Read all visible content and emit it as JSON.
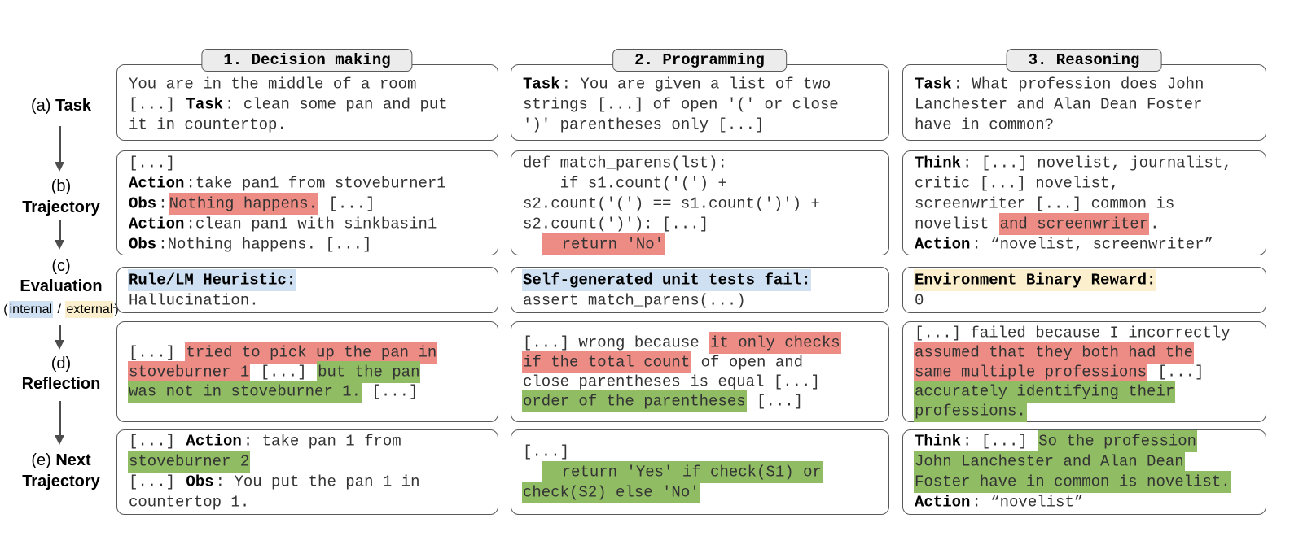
{
  "palette": {
    "highlight_red": "#EC8C84",
    "highlight_green": "#90BC64",
    "highlight_blue": "#CFE0F2",
    "highlight_yellow": "#FBEFCD",
    "box_border": "#58595B",
    "arrow": "#4D4D4D",
    "tab_fill": "#ECECEC"
  },
  "sidebar": {
    "a_prefix": "(a) ",
    "a_label": "Task",
    "b_prefix": "(b)",
    "b_label": "Trajectory",
    "c_prefix": "(c)",
    "c_label": "Evaluation",
    "c_sub": [
      [
        {
          "t": "("
        },
        {
          "t": "internal",
          "h": "blue"
        },
        {
          "t": " / "
        },
        {
          "t": "external",
          "h": "yellow"
        },
        {
          "t": ")"
        }
      ]
    ],
    "d_prefix": "(d)",
    "d_label": "Reflection",
    "e_prefix": "(e) ",
    "e_label": "Next",
    "e_label2": "Trajectory"
  },
  "columns": [
    {
      "header": "1. Decision making",
      "task": {
        "lines": [
          [
            {
              "t": "You are in the middle of a room"
            }
          ],
          [
            {
              "t": "[...] "
            },
            {
              "t": "Task",
              "b": true
            },
            {
              "t": ": clean some pan and put"
            }
          ],
          [
            {
              "t": "it in countertop."
            }
          ]
        ]
      },
      "trajectory": {
        "lines": [
          [
            {
              "t": "[...]"
            }
          ],
          [
            {
              "t": "Action",
              "b": true
            },
            {
              "t": ":take pan1 from stoveburner1"
            }
          ],
          [
            {
              "t": "Obs",
              "b": true
            },
            {
              "t": ":"
            },
            {
              "t": "Nothing happens.",
              "h": "red"
            },
            {
              "t": " [...]"
            }
          ],
          [
            {
              "t": "Action",
              "b": true
            },
            {
              "t": ":clean pan1 with sinkbasin1"
            }
          ],
          [
            {
              "t": "Obs",
              "b": true
            },
            {
              "t": ":Nothing happens. [...]"
            }
          ]
        ]
      },
      "evaluation": {
        "lines": [
          [
            {
              "t": "Rule/LM Heuristic:",
              "b": true,
              "h": "blue"
            }
          ],
          [
            {
              "t": "Hallucination."
            }
          ]
        ]
      },
      "reflection": {
        "lines": [
          [
            {
              "t": "[...] "
            },
            {
              "t": "tried to pick up the pan in",
              "h": "red"
            }
          ],
          [
            {
              "t": "stoveburner 1",
              "h": "red"
            },
            {
              "t": " [...] "
            },
            {
              "t": "but the pan",
              "h": "green"
            }
          ],
          [
            {
              "t": "was not in stoveburner 1.",
              "h": "green"
            },
            {
              "t": " [...]"
            }
          ]
        ]
      },
      "next": {
        "lines": [
          [
            {
              "t": "[...] "
            },
            {
              "t": "Action",
              "b": true
            },
            {
              "t": ": take pan 1 from"
            }
          ],
          [
            {
              "t": "stoveburner 2",
              "h": "green"
            }
          ],
          [
            {
              "t": "[...] "
            },
            {
              "t": "Obs",
              "b": true
            },
            {
              "t": ": You put the pan 1 in"
            }
          ],
          [
            {
              "t": "countertop 1."
            }
          ]
        ]
      }
    },
    {
      "header": "2. Programming",
      "task": {
        "lines": [
          [
            {
              "t": "Task",
              "b": true
            },
            {
              "t": ": You are given a list of two"
            }
          ],
          [
            {
              "t": "strings [...] of open '(' or close"
            }
          ],
          [
            {
              "t": "')' parentheses only [...]"
            }
          ]
        ]
      },
      "trajectory": {
        "lines": [
          [
            {
              "t": "def match_parens(lst):"
            }
          ],
          [
            {
              "t": "    if s1.count('(') +"
            }
          ],
          [
            {
              "t": "s2.count('(') == s1.count(')') +"
            }
          ],
          [
            {
              "t": "s2.count(')'): [...]"
            }
          ],
          [
            {
              "t": "  "
            },
            {
              "t": "  return 'No'",
              "h": "red"
            }
          ]
        ]
      },
      "evaluation": {
        "lines": [
          [
            {
              "t": "Self-generated unit tests fail:",
              "b": true,
              "h": "blue"
            }
          ],
          [
            {
              "t": "assert match_parens(...)"
            }
          ]
        ]
      },
      "reflection": {
        "lines": [
          [
            {
              "t": "[...] wrong because "
            },
            {
              "t": "it only checks",
              "h": "red"
            }
          ],
          [
            {
              "t": "if the total count",
              "h": "red"
            },
            {
              "t": " of open and"
            }
          ],
          [
            {
              "t": "close parentheses is equal [...]"
            }
          ],
          [
            {
              "t": "order of the parentheses",
              "h": "green"
            },
            {
              "t": " [...]"
            }
          ]
        ]
      },
      "next": {
        "lines": [
          [
            {
              "t": "[...]"
            }
          ],
          [
            {
              "t": "  "
            },
            {
              "t": "  return 'Yes' if check(S1) or",
              "h": "green"
            }
          ],
          [
            {
              "t": "check(S2) else 'No'",
              "h": "green"
            }
          ]
        ]
      }
    },
    {
      "header": "3. Reasoning",
      "task": {
        "lines": [
          [
            {
              "t": "Task",
              "b": true
            },
            {
              "t": ": What profession does John"
            }
          ],
          [
            {
              "t": "Lanchester and Alan Dean Foster"
            }
          ],
          [
            {
              "t": "have in common?"
            }
          ]
        ]
      },
      "trajectory": {
        "lines": [
          [
            {
              "t": "Think",
              "b": true
            },
            {
              "t": ": [...] novelist, journalist,"
            }
          ],
          [
            {
              "t": "critic [...] novelist,"
            }
          ],
          [
            {
              "t": "screenwriter [...] common is"
            }
          ],
          [
            {
              "t": "novelist "
            },
            {
              "t": "and screenwriter",
              "h": "red"
            },
            {
              "t": "."
            }
          ],
          [
            {
              "t": "Action",
              "b": true
            },
            {
              "t": ": “novelist, screenwriter”"
            }
          ]
        ]
      },
      "evaluation": {
        "lines": [
          [
            {
              "t": "Environment Binary Reward:",
              "b": true,
              "h": "yellow"
            }
          ],
          [
            {
              "t": "0"
            }
          ]
        ]
      },
      "reflection": {
        "lines": [
          [
            {
              "t": "[...] failed because I incorrectly"
            }
          ],
          [
            {
              "t": "assumed that they both had the",
              "h": "red"
            }
          ],
          [
            {
              "t": "same multiple professions",
              "h": "red"
            },
            {
              "t": " [...]"
            }
          ],
          [
            {
              "t": "accurately identifying their",
              "h": "green"
            }
          ],
          [
            {
              "t": "professions.",
              "h": "green"
            }
          ]
        ]
      },
      "next": {
        "lines": [
          [
            {
              "t": "Think",
              "b": true
            },
            {
              "t": ": [...] "
            },
            {
              "t": "So the profession",
              "h": "green"
            }
          ],
          [
            {
              "t": "John Lanchester and Alan Dean",
              "h": "green"
            }
          ],
          [
            {
              "t": "Foster have in common is novelist.",
              "h": "green"
            }
          ],
          [
            {
              "t": "Action",
              "b": true
            },
            {
              "t": ": “novelist”"
            }
          ]
        ]
      }
    }
  ]
}
